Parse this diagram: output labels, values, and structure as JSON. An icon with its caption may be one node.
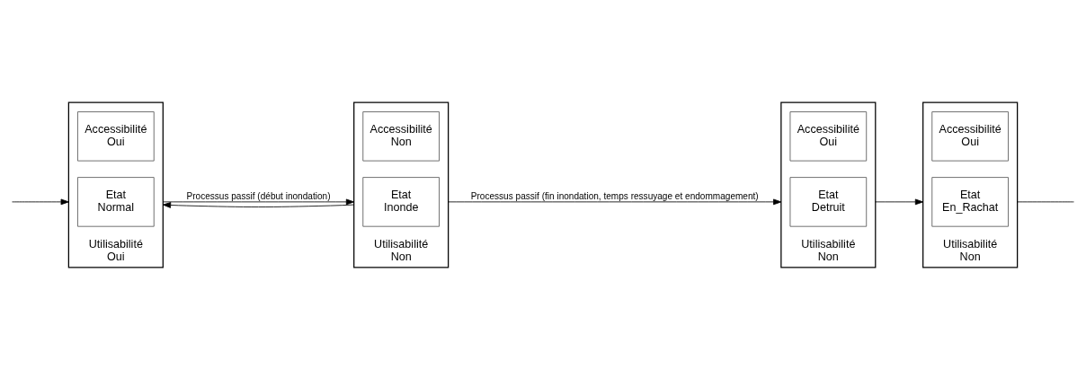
{
  "diagram": {
    "nodes": [
      {
        "text": [
          "Utilisabilité",
          "Oui"
        ]
      },
      {
        "text": [
          "Accessibilité",
          "Oui"
        ],
        "in": 0
      },
      {
        "text": [
          "Etat",
          "Normal"
        ],
        "in": 0
      },
      {
        "text": [
          "Utilisabilité",
          "Non"
        ]
      },
      {
        "text": [
          "Accessibilité",
          "Non"
        ],
        "in": 3
      },
      {
        "text": [
          "Etat",
          "Inonde"
        ],
        "in": 3
      },
      {
        "text": [
          "Utilisabilité",
          "Non"
        ]
      },
      {
        "text": [
          "Accessibilité",
          "Oui"
        ],
        "in": 6
      },
      {
        "text": [
          "Etat",
          "Detruit"
        ],
        "in": 6
      },
      {
        "text": [
          "Utilisabilité",
          "Non"
        ]
      },
      {
        "text": [
          "Accessibilité",
          "Oui"
        ],
        "in": 9
      },
      {
        "text": [
          "Etat",
          "En_Rachat"
        ],
        "in": 9
      }
    ],
    "edges": [
      {
        "from": 0,
        "to": 3,
        "arrow": "to",
        "label": "Processus passif (début inondation)"
      },
      {
        "from": 3,
        "to": 6,
        "arrow": "to",
        "label": "Processus passif (fin inondation, temps ressuyage et endommagement)"
      },
      {
        "from": 6,
        "to": 9,
        "arrow": "to"
      },
      {
        "from": 3,
        "to": 0,
        "arrow": "to"
      },
      {
        "from": null,
        "to": 0,
        "arrow": "to"
      },
      {
        "from": 9,
        "to": null,
        "arrow": "none"
      }
    ]
  }
}
